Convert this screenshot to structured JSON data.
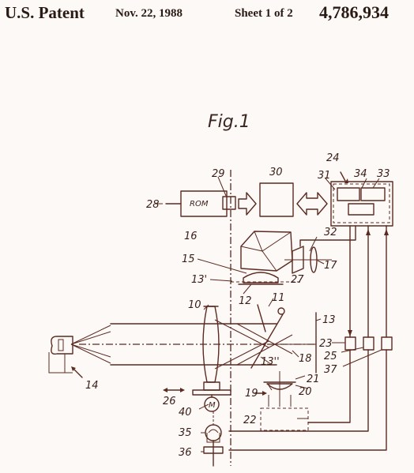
{
  "header": {
    "patent": "U.S. Patent",
    "date": "Nov. 22, 1988",
    "sheet": "Sheet 1 of 2",
    "number": "4,786,934"
  },
  "figure": {
    "title": "Fig.1",
    "rom_label": "ROM",
    "labels": {
      "l10": "10",
      "l11": "11",
      "l12": "12",
      "l13": "13",
      "l13p": "13'",
      "l13pp": "13''",
      "l14": "14",
      "l15": "15",
      "l16": "16",
      "l17": "17",
      "l18": "18",
      "l19": "19",
      "l20": "20",
      "l21": "21",
      "l22": "22",
      "l23": "23",
      "l24": "24",
      "l25": "25",
      "l26": "26",
      "l27": "27",
      "l28": "28",
      "l29": "29",
      "l30": "30",
      "l31": "31",
      "l32": "32",
      "l33": "33",
      "l34": "34",
      "l35": "35",
      "l36": "36",
      "l37": "37",
      "l40": "40"
    }
  }
}
